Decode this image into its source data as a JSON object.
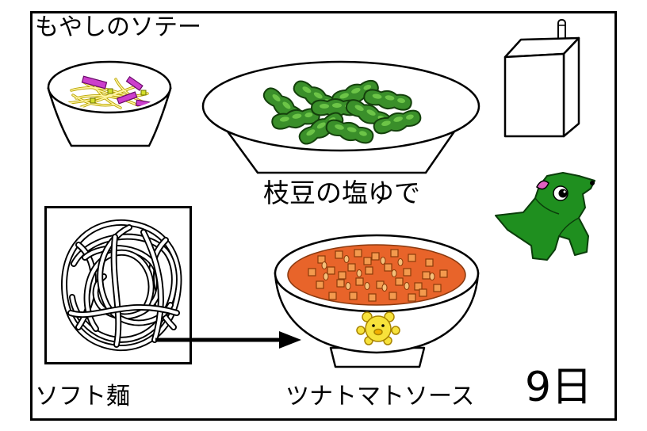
{
  "menu": {
    "moyashi_saute": "もやしのソテー",
    "edamame": "枝豆の塩ゆで",
    "soft_noodles": "ソフト麺",
    "tuna_tomato_sauce": "ツナトマトソース"
  },
  "date": "9日",
  "icons": {
    "moyashi_saute": "bean-sprout-saute-bowl-icon",
    "edamame": "edamame-plate-icon",
    "milk": "milk-carton-icon",
    "mascot": "green-dog-mascot-icon",
    "soft_noodles": "soft-noodles-icon",
    "arrow": "arrow-right-icon",
    "tuna_tomato_sauce": "tomato-sauce-bowl-icon",
    "bowl_mascot": "yellow-bear-badge-icon"
  },
  "colors": {
    "frame": "#000000",
    "edamame": "#3a8f2a",
    "sauce": "#e8642a",
    "dice": "#f39a4e",
    "mascot": "#1f8f1f",
    "mascot_ear": "#e060c0",
    "sprout_piece": "#cc3fcc",
    "badge": "#f7e23b"
  }
}
